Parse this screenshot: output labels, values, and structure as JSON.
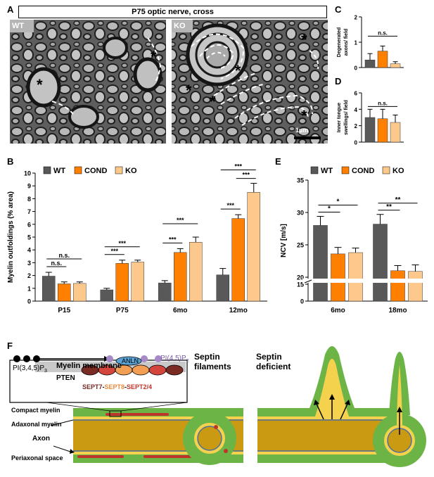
{
  "panels": {
    "A": {
      "label": "A",
      "title": "P75 optic nerve, cross",
      "wt_label": "WT",
      "ko_label": "KO",
      "scale_bar": "1µm",
      "asterisk": "*"
    },
    "B": {
      "label": "B"
    },
    "C": {
      "label": "C"
    },
    "D": {
      "label": "D"
    },
    "E": {
      "label": "E"
    },
    "F": {
      "label": "F",
      "membrane_title": "Myelin membrane",
      "pip3": "PI(3,4,5)P",
      "pip3_sub": "3",
      "pten": "PTEN",
      "anln": "ANLN",
      "pip2": "PI(4,5)P",
      "pip2_sub": "2",
      "sept7": "SEPT7",
      "sept8": "SEPT8",
      "sept24": "SEPT2/4",
      "dash": "-",
      "compact": "Compact myelin",
      "adaxonal": "Adaxonal myelin",
      "axon": "Axon",
      "periaxonal": "Periaxonal space",
      "septin_filaments_1": "Septin",
      "septin_filaments_2": "filaments",
      "septin_deficient_1": "Septin",
      "septin_deficient_2": "deficient"
    }
  },
  "colors": {
    "wt": "#595959",
    "cond": "#ff7f00",
    "ko": "#fdc88b",
    "myelin": "#6db447",
    "axon": "#c99a12",
    "adaxonal": "#f5d24d",
    "septin_red": "#c0352b"
  },
  "legend": {
    "wt": "WT",
    "cond": "COND",
    "ko": "KO"
  },
  "chart_data": [
    {
      "id": "B",
      "type": "bar",
      "ylabel": "Myelin outfoldings (% area)",
      "ylim": [
        0,
        10
      ],
      "yticks": [
        "0",
        "1",
        "2",
        "3",
        "4",
        "5",
        "6",
        "7",
        "8",
        "9",
        "10"
      ],
      "categories": [
        "P15",
        "P75",
        "6mo",
        "12mo"
      ],
      "series": [
        {
          "name": "WT",
          "values": [
            1.95,
            0.88,
            1.42,
            2.05
          ],
          "err": [
            0.3,
            0.12,
            0.18,
            0.5
          ]
        },
        {
          "name": "COND",
          "values": [
            1.35,
            2.95,
            3.8,
            6.45
          ],
          "err": [
            0.15,
            0.25,
            0.3,
            0.3
          ]
        },
        {
          "name": "KO",
          "values": [
            1.38,
            3.05,
            4.6,
            8.5
          ],
          "err": [
            0.12,
            0.15,
            0.4,
            0.7
          ]
        }
      ],
      "significance": [
        {
          "cat": 0,
          "from": 0,
          "to": 1,
          "label": "n.s."
        },
        {
          "cat": 0,
          "from": 0,
          "to": 2,
          "label": "n.s."
        },
        {
          "cat": 1,
          "from": 0,
          "to": 1,
          "label": "***"
        },
        {
          "cat": 1,
          "from": 0,
          "to": 2,
          "label": "***"
        },
        {
          "cat": 2,
          "from": 0,
          "to": 1,
          "label": "***"
        },
        {
          "cat": 2,
          "from": 0,
          "to": 2,
          "label": "***"
        },
        {
          "cat": 3,
          "from": 0,
          "to": 1,
          "label": "***"
        },
        {
          "cat": 3,
          "from": 0,
          "to": 2,
          "label": "***"
        },
        {
          "cat": 3,
          "from": 1,
          "to": 2,
          "label": "***"
        }
      ]
    },
    {
      "id": "C",
      "type": "bar",
      "ylabel": "Degenerated axons/ field",
      "ylim": [
        0,
        2
      ],
      "yticks": [
        "0",
        "1",
        "2"
      ],
      "series": [
        {
          "name": "WT",
          "values": [
            0.3
          ],
          "err": [
            0.25
          ]
        },
        {
          "name": "COND",
          "values": [
            0.65
          ],
          "err": [
            0.2
          ]
        },
        {
          "name": "KO",
          "values": [
            0.15
          ],
          "err": [
            0.08
          ]
        }
      ],
      "significance": [
        {
          "from": 0,
          "to": 2,
          "label": "n.s."
        }
      ]
    },
    {
      "id": "D",
      "type": "bar",
      "ylabel": "Inner tongue swellings/ field",
      "ylim": [
        0,
        6
      ],
      "yticks": [
        "0",
        "2",
        "4",
        "6"
      ],
      "series": [
        {
          "name": "WT",
          "values": [
            3.0
          ],
          "err": [
            1.0
          ]
        },
        {
          "name": "COND",
          "values": [
            2.85
          ],
          "err": [
            1.15
          ]
        },
        {
          "name": "KO",
          "values": [
            2.4
          ],
          "err": [
            0.9
          ]
        }
      ],
      "significance": [
        {
          "from": 0,
          "to": 2,
          "label": "n.s."
        }
      ]
    },
    {
      "id": "E",
      "type": "bar",
      "ylabel": "NCV [m/s]",
      "ylim": [
        0,
        35
      ],
      "axis_break": [
        15,
        20
      ],
      "yticks": [
        "0",
        "15",
        "20",
        "25",
        "30",
        "35"
      ],
      "categories": [
        "6mo",
        "18mo"
      ],
      "series": [
        {
          "name": "WT",
          "values": [
            28.0,
            28.2
          ],
          "err": [
            1.4,
            1.5
          ]
        },
        {
          "name": "COND",
          "values": [
            23.6,
            21.0
          ],
          "err": [
            1.0,
            0.8
          ]
        },
        {
          "name": "KO",
          "values": [
            23.8,
            20.9
          ],
          "err": [
            0.7,
            1.0
          ]
        }
      ],
      "significance": [
        {
          "cat": 0,
          "from": 0,
          "to": 1,
          "label": "*"
        },
        {
          "cat": 0,
          "from": 0,
          "to": 2,
          "label": "*"
        },
        {
          "cat": 1,
          "from": 0,
          "to": 1,
          "label": "**"
        },
        {
          "cat": 1,
          "from": 0,
          "to": 2,
          "label": "**"
        }
      ]
    }
  ]
}
